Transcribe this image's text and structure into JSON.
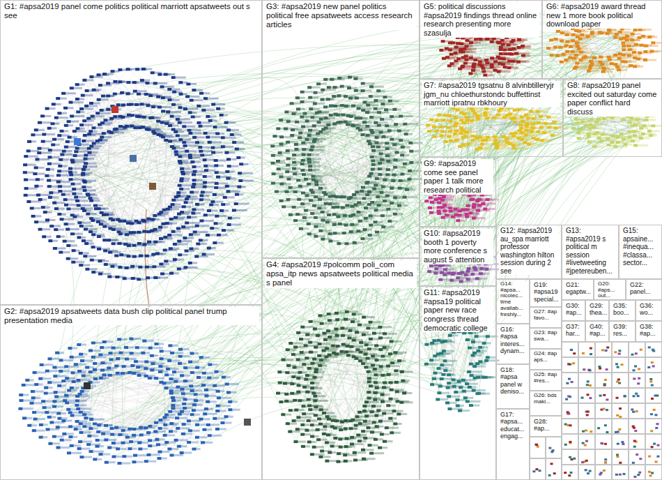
{
  "diagram": {
    "nodes": [
      {
        "text": [
          "G1: #apsa2019 panel come politics political marriott apsatweets out s see"
        ]
      },
      {
        "text": [
          "G3: #apsa2019 new panel politics political free apsatweets access research articles"
        ]
      },
      {
        "text": [
          "G5: political discussions #apsa2019 findings thread online research presenting more szasulja"
        ]
      },
      {
        "text": [
          "G6: #apsa2019 award thread new 1 more book political download paper"
        ]
      },
      {
        "text": [
          "G7: #apsa2019 tgsatnu 8 alvinbtilleryjr jgm_nu chloethurstondc buffettinst marriott ipratnu rbkhoury"
        ]
      },
      {
        "text": [
          "G8: #apsa2019 panel excited out saturday come paper conflict hard discuss"
        ]
      },
      {
        "text": [
          "G9: #apsa2019 come see panel paper 1 talk more research political"
        ]
      },
      {
        "text": [
          "G12: #apsa2019 au_spa marriott professor washington hilton session during 2 see"
        ]
      },
      {
        "text": [
          "G13: #apsa2019 s political m session #livetweeting #jpetereuben..."
        ]
      },
      {
        "text": [
          "G15: apsaine... #inequa... #classa... sector..."
        ]
      },
      {
        "text": [
          "G2: #apsa2019 apsatweets data bush clip political panel trump presentation media"
        ]
      },
      {
        "text": [
          "G4: #apsa2019 #polcomm poli_com apsa_itp news apsatweets political media s panel"
        ]
      },
      {
        "text": [
          "G10: #apsa2019 booth 1 poverty more conference s august 5 attention"
        ]
      },
      {
        "text": [
          "G11: #apsa2019 #apsa19 political paper new race congress thread democratic college"
        ]
      },
      {
        "text": [
          "G14: #apsa... nicolec... time availab... freshly..."
        ]
      },
      {
        "text": [
          "G19: #apsa19 special..."
        ]
      },
      {
        "text": [
          "G21: egaptw..."
        ]
      },
      {
        "text": [
          "G20: #aps... out..."
        ]
      },
      {
        "text": [
          "G22: panel..."
        ]
      },
      {
        "text": [
          "G30: #ap..."
        ]
      },
      {
        "text": [
          "G29: thea..."
        ]
      },
      {
        "text": [
          "G35: boo..."
        ]
      },
      {
        "text": [
          "G36: wo..."
        ]
      },
      {
        "text": [
          "G27: #ap favo..."
        ]
      },
      {
        "text": [
          "G37: har..."
        ]
      },
      {
        "text": [
          "G40: #ap..."
        ]
      },
      {
        "text": [
          "G39: res..."
        ]
      },
      {
        "text": [
          "G38: #ap..."
        ]
      },
      {
        "text": [
          "G16: #apsa interes... dynam..."
        ]
      },
      {
        "text": [
          "G23: #ap swa..."
        ]
      },
      {
        "text": [
          "G24: #ap aps..."
        ]
      },
      {
        "text": [
          "G18: #apsa panel w deniso..."
        ]
      },
      {
        "text": [
          "G25: #ap #res..."
        ]
      },
      {
        "text": [
          "G26: bds maki..."
        ]
      },
      {
        "text": [
          "G28: #ap..."
        ]
      },
      {
        "text": [
          "G17: #apsa... educat... engag..."
        ]
      }
    ]
  }
}
